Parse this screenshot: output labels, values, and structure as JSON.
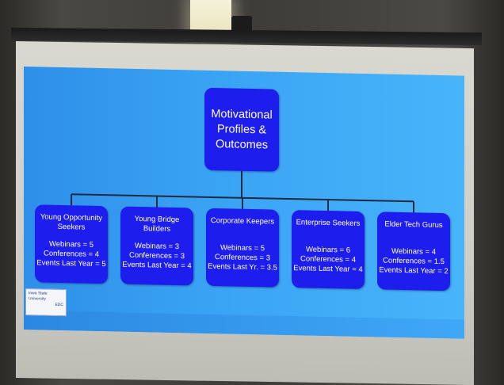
{
  "chart_title": "Motivational Profiles & Outcomes",
  "title_lines": [
    "Motivational",
    "Profiles &",
    "Outcomes"
  ],
  "profiles": [
    {
      "title": "Young Opportunity Seekers",
      "stats": [
        "Webinars = 5",
        "Conferences = 4",
        "Events Last Year = 5"
      ]
    },
    {
      "title": "Young Bridge Builders",
      "stats": [
        "Webinars = 3",
        "Conferences = 3",
        "Events Last Year = 4"
      ]
    },
    {
      "title": "Corporate Keepers",
      "stats": [
        "Webinars = 5",
        "Conferences = 3",
        "Events Last Yr. = 3.5"
      ]
    },
    {
      "title": "Enterprise Seekers",
      "stats": [
        "Webinars = 6",
        "Conferences = 4",
        "Events Last Year = 4"
      ]
    },
    {
      "title": "Elder Tech Gurus",
      "stats": [
        "Webinars = 4",
        "Conferences = 1.5",
        "Events Last Year = 2"
      ]
    }
  ],
  "logo_text": [
    "Iowa State",
    "University",
    "EDC"
  ],
  "colors": {
    "node": "#1d1ded",
    "slide_background": "#3aa4f4",
    "connector": "#1e2a40"
  }
}
